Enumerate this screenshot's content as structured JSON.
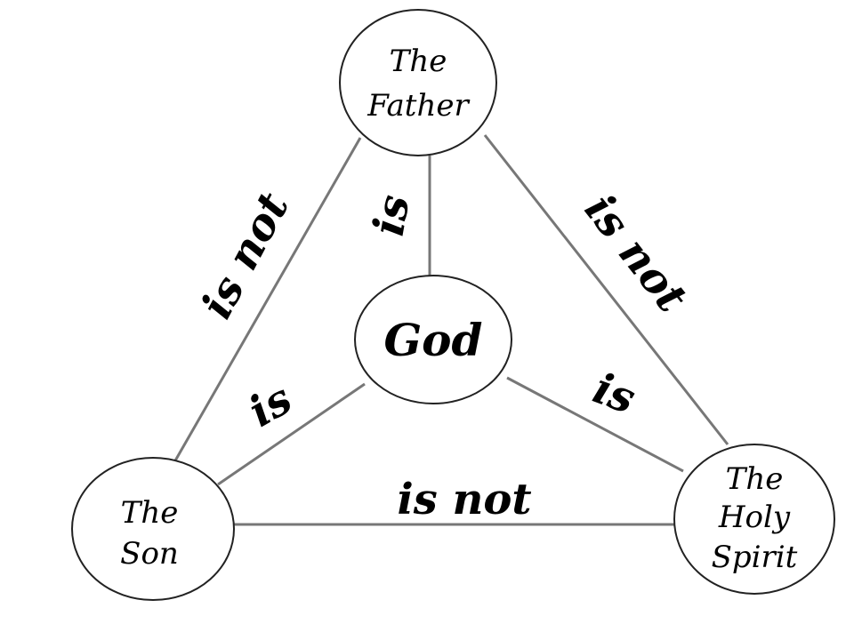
{
  "nodes": {
    "father": {
      "line1": "The",
      "line2": "Father"
    },
    "god": {
      "label": "God"
    },
    "son": {
      "line1": "The",
      "line2": "Son"
    },
    "spirit": {
      "line1": "The",
      "line2": "Holy",
      "line3": "Spirit"
    }
  },
  "edges": {
    "father_son": "is not",
    "father_spirit": "is not",
    "son_spirit": "is not",
    "father_god": "is",
    "son_god": "is",
    "spirit_god": "is"
  },
  "colors": {
    "edge": "#777777",
    "outline": "#222222",
    "text": "#000000"
  }
}
